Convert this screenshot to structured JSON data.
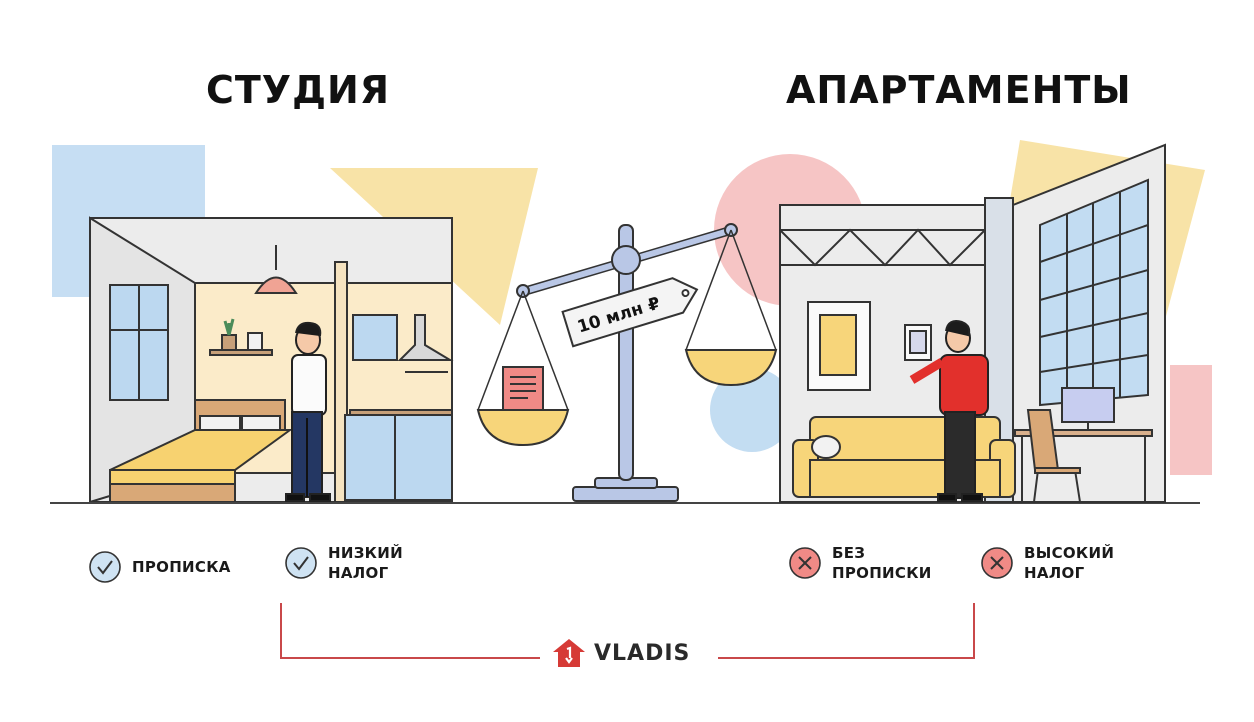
{
  "left": {
    "title": "СТУДИЯ",
    "features": [
      {
        "icon": "check-circle-icon",
        "status": "positive",
        "lines": [
          "ПРОПИСКА"
        ]
      },
      {
        "icon": "check-circle-icon",
        "status": "positive",
        "lines": [
          "НИЗКИЙ",
          "НАЛОГ"
        ]
      }
    ]
  },
  "right": {
    "title": "АПАРТАМЕНТЫ",
    "features": [
      {
        "icon": "x-circle-icon",
        "status": "negative",
        "lines": [
          "БЕЗ",
          "ПРОПИСКИ"
        ]
      },
      {
        "icon": "x-circle-icon",
        "status": "negative",
        "lines": [
          "ВЫСОКИЙ",
          "НАЛОГ"
        ]
      }
    ]
  },
  "scale": {
    "price_tag": "10 млн ₽"
  },
  "brand": {
    "name": "VLADIS"
  },
  "colors": {
    "positive_fill": "#cfe3f3",
    "negative_fill": "#f08a86",
    "accent_red": "#d63a36",
    "connector_line": "#c9484a",
    "yellow": "#f7d57a",
    "blue_light": "#bfdcf2",
    "pink_light": "#f6c3c3",
    "scale_metal": "#b9c7e6"
  }
}
